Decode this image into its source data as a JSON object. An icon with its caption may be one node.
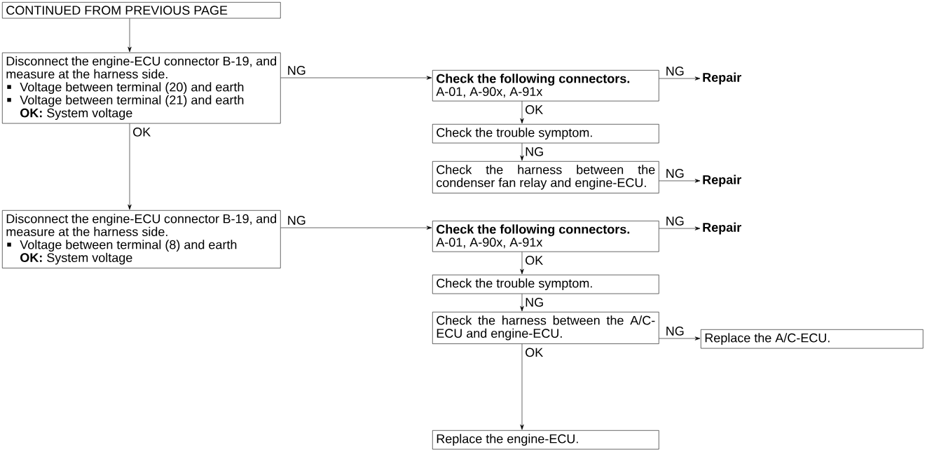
{
  "diagram": {
    "nodes": [
      {
        "text": [
          "CONTINUED FROM PREVIOUS PAGE"
        ]
      },
      {
        "text": [
          "Disconnect the engine-ECU connector B-19, and measure at the harness side.",
          "Voltage between terminal (20) and earth",
          "Voltage between terminal (21) and earth",
          "**OK:** System voltage"
        ]
      },
      {
        "text": [
          "Check the following connectors.",
          "A-01, A-90x, A-91x"
        ]
      },
      {
        "text": [
          "Repair"
        ]
      },
      {
        "text": [
          "Check the trouble symptom."
        ]
      },
      {
        "text": [
          "Check the harness between the condenser fan relay and engine-ECU."
        ]
      },
      {
        "text": [
          "Repair"
        ]
      },
      {
        "text": [
          "Disconnect the engine-ECU connector B-19, and measure at the harness side.",
          "Voltage between terminal (8) and earth",
          "**OK:** System voltage"
        ]
      },
      {
        "text": [
          "Check the following connectors.",
          "A-01, A-90x, A-91x"
        ]
      },
      {
        "text": [
          "Repair"
        ]
      },
      {
        "text": [
          "Check the trouble symptom."
        ]
      },
      {
        "text": [
          "Check the harness between the A/C-ECU and engine-ECU."
        ]
      },
      {
        "text": [
          "Replace the A/C-ECU."
        ]
      },
      {
        "text": [
          "Replace the engine-ECU."
        ]
      }
    ],
    "edges": [
      {
        "from": 0,
        "to": 1,
        "arrow": "to"
      },
      {
        "from": 1,
        "to": 2,
        "arrow": "to",
        "label": "NG"
      },
      {
        "from": 2,
        "to": 3,
        "arrow": "to",
        "label": "NG"
      },
      {
        "from": 2,
        "to": 4,
        "arrow": "to",
        "label": "OK"
      },
      {
        "from": 4,
        "to": 5,
        "arrow": "to",
        "label": "NG"
      },
      {
        "from": 5,
        "to": 6,
        "arrow": "to",
        "label": "NG"
      },
      {
        "from": 1,
        "to": 7,
        "arrow": "to",
        "label": "OK"
      },
      {
        "from": 7,
        "to": 8,
        "arrow": "to",
        "label": "NG"
      },
      {
        "from": 8,
        "to": 9,
        "arrow": "to",
        "label": "NG"
      },
      {
        "from": 8,
        "to": 10,
        "arrow": "to",
        "label": "OK"
      },
      {
        "from": 10,
        "to": 11,
        "arrow": "to",
        "label": "NG"
      },
      {
        "from": 11,
        "to": 12,
        "arrow": "to",
        "label": "NG"
      },
      {
        "from": 11,
        "to": 13,
        "arrow": "to",
        "label": "OK"
      }
    ]
  }
}
